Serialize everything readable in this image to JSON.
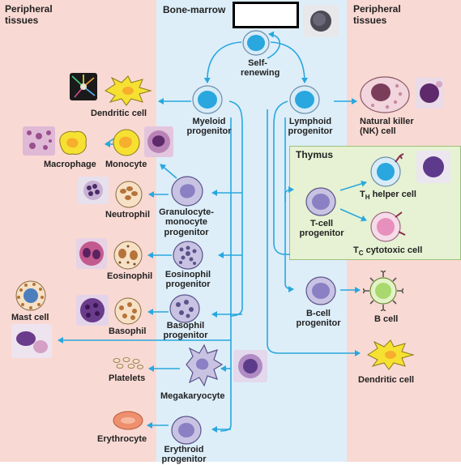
{
  "zones": {
    "left_title": [
      "Peripheral",
      "tissues"
    ],
    "center_title": "Bone-marrow",
    "right_title": [
      "Peripheral",
      "tissues"
    ],
    "thymus_title": "Thymus"
  },
  "colors": {
    "peripheral_bg": "#f9d9d3",
    "marrow_bg": "#ddeef9",
    "thymus_bg": "#e6f2d3",
    "arrow": "#29a7de",
    "stem_cell": "#29a7de",
    "progenitor": "#8b80c4"
  },
  "stem": {
    "label": [
      "Self-",
      "renewing"
    ]
  },
  "progenitors": {
    "myeloid": [
      "Myeloid",
      "progenitor"
    ],
    "lymphoid": [
      "Lymphoid",
      "progenitor"
    ],
    "granulocyte_monocyte": [
      "Granulocyte-",
      "monocyte",
      "progenitor"
    ],
    "eosinophil": [
      "Eosinophil",
      "progenitor"
    ],
    "basophil": [
      "Basophil",
      "progenitor"
    ],
    "megakaryocyte": "Megakaryocyte",
    "erythroid": [
      "Erythroid",
      "progenitor"
    ],
    "t_cell": [
      "T-cell",
      "progenitor"
    ],
    "b_cell": [
      "B-cell",
      "progenitor"
    ]
  },
  "mature_cells": {
    "dendritic_left": "Dendritic cell",
    "macrophage": "Macrophage",
    "monocyte": "Monocyte",
    "neutrophil": "Neutrophil",
    "eosinophil": "Eosinophil",
    "basophil": "Basophil",
    "mast_cell": "Mast cell",
    "platelets": "Platelets",
    "erythrocyte": "Erythrocyte",
    "nk_cell": [
      "Natural killer",
      "(NK) cell"
    ],
    "th_main": "T",
    "th_sub": "H",
    "th_rest": " helper cell",
    "tc_main": "T",
    "tc_sub": "C",
    "tc_rest": " cytotoxic cell",
    "b_cell": "B cell",
    "dendritic_right": "Dendritic cell"
  }
}
